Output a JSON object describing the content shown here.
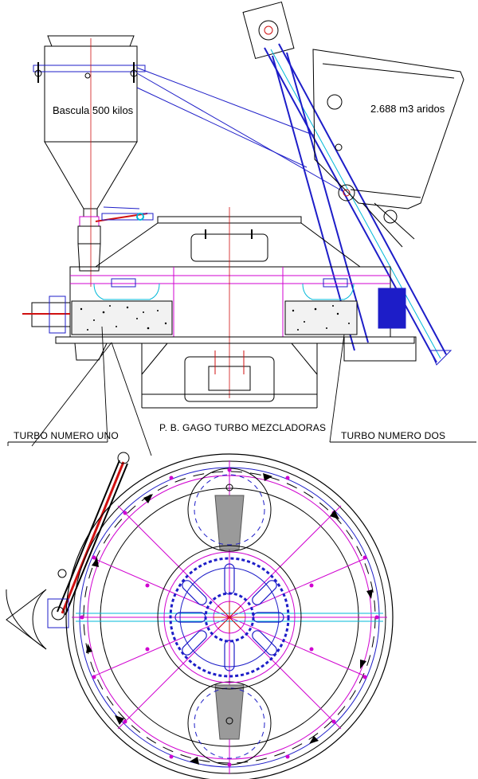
{
  "labels": {
    "scale": "Bascula 500 kilos",
    "hopper": "2.688 m3 aridos",
    "title": "P. B. GAGO TURBO MEZCLADORAS",
    "turbo_one": "TURBO NUMERO UNO",
    "turbo_two": "TURBO NUMERO DOS"
  },
  "colors": {
    "outline": "#000000",
    "frame": "#1d1dc8",
    "magenta": "#d000d0",
    "cyan": "#00b8d8",
    "centerline": "#d01010",
    "fill_gray": "#9a9a9a"
  }
}
